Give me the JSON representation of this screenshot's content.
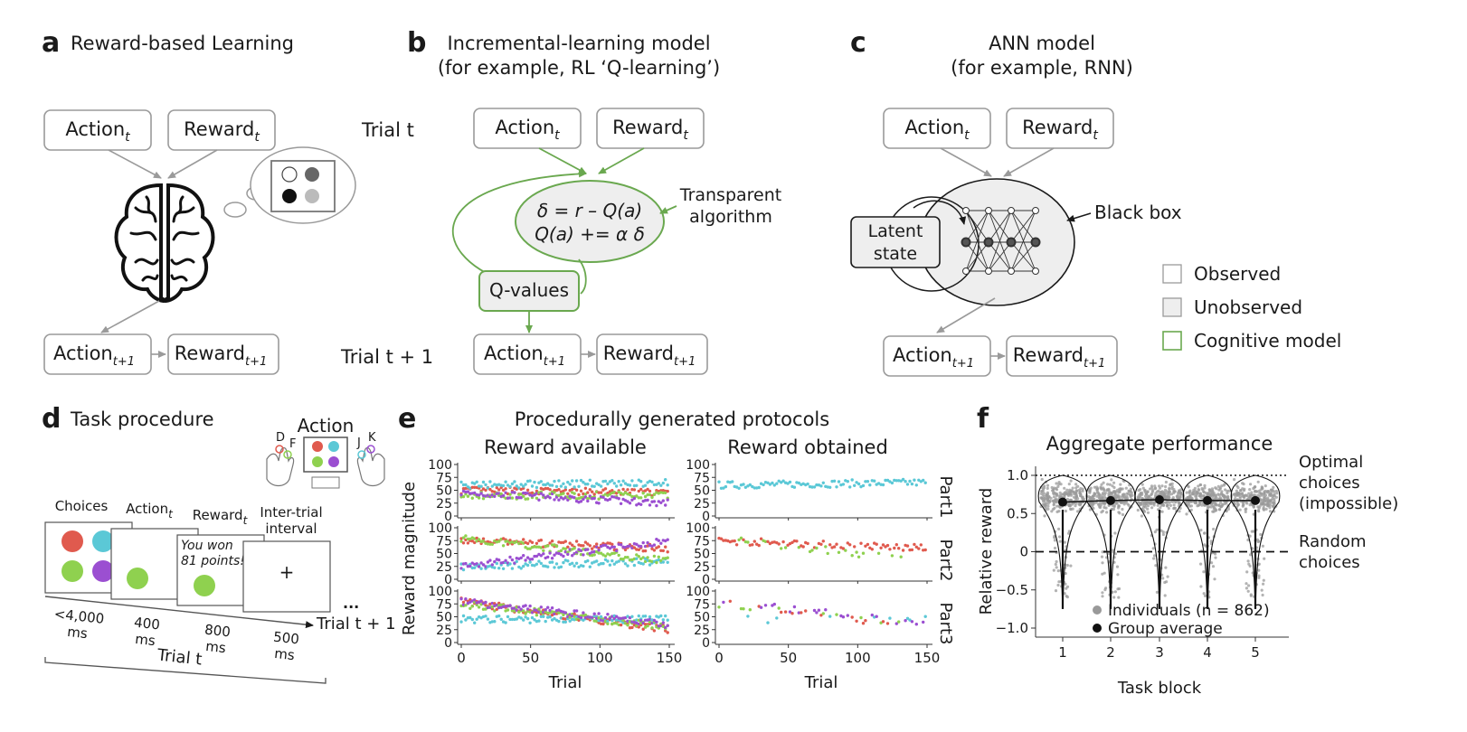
{
  "panel_a": {
    "label": "a",
    "title": "Reward-based Learning",
    "action_t": "Action",
    "reward_t": "Reward",
    "sub_t": "t",
    "trial_t": "Trial t",
    "action_t1": "Action",
    "reward_t1": "Reward",
    "sub_t1": "t+1",
    "trial_t1": "Trial t + 1"
  },
  "panel_b": {
    "label": "b",
    "title_line1": "Incremental-learning model",
    "title_line2": "(for example, RL ‘Q-learning’)",
    "eq1": "δ = r – Q(a)",
    "eq2": "Q(a) += α δ",
    "note_line1": "Transparent",
    "note_line2": "algorithm",
    "qvalues": "Q-values"
  },
  "panel_c": {
    "label": "c",
    "title_line1": "ANN model",
    "title_line2": "(for example, RNN)",
    "latent_line1": "Latent",
    "latent_line2": "state",
    "blackbox": "Black box"
  },
  "legend": {
    "observed": "Observed",
    "unobserved": "Unobserved",
    "cognitive": "Cognitive model",
    "colors": {
      "observed": "#ffffff",
      "unobserved": "#eeeeee",
      "cognitive": "#6aa84f"
    }
  },
  "panel_d": {
    "label": "d",
    "title": "Task procedure",
    "action": "Action",
    "keys": [
      "D",
      "F",
      "J",
      "K"
    ],
    "choices": "Choices",
    "action_t": "Action",
    "reward_t": "Reward",
    "sub_t": "t",
    "iti_line1": "Inter-trial",
    "iti_line2": "interval",
    "won_line1": "You won",
    "won_line2": "81 points!",
    "plus": "+",
    "ellipsis": "...",
    "trial_next": "Trial t + 1",
    "durations": [
      {
        "value": "<4,000",
        "unit": "ms"
      },
      {
        "value": "400",
        "unit": "ms"
      },
      {
        "value": "800",
        "unit": "ms"
      },
      {
        "value": "500",
        "unit": "ms"
      }
    ],
    "trial": "Trial t",
    "colors": {
      "red": "#e05a4e",
      "cyan": "#5bc8d6",
      "green": "#8fd14f",
      "purple": "#9b4fd1"
    }
  },
  "panel_e": {
    "label": "e",
    "title": "Procedurally generated protocols",
    "col1": "Reward available",
    "col2": "Reward obtained",
    "ylabel": "Reward magnitude",
    "xlabel": "Trial",
    "parts": [
      "Part1",
      "Part2",
      "Part3"
    ],
    "yticks": [
      "0",
      "25",
      "50",
      "75",
      "100"
    ],
    "xticks": [
      "0",
      "50",
      "100",
      "150"
    ]
  },
  "panel_f": {
    "label": "f",
    "title": "Aggregate performance",
    "ylabel": "Relative reward",
    "xlabel": "Task block",
    "optimal_line1": "Optimal",
    "optimal_line2": "choices",
    "optimal_line3": "(impossible)",
    "random_line1": "Random",
    "random_line2": "choices",
    "legend_individuals": "Individuals (n = 862)",
    "legend_group": "Group average"
  },
  "chart_data": [
    {
      "type": "scatter",
      "xlabel": "Trial",
      "ylabel": "Reward magnitude",
      "xlim": [
        0,
        150
      ],
      "ylim": [
        0,
        100
      ],
      "rows": [
        "Part1",
        "Part2",
        "Part3"
      ],
      "columns": [
        "Reward available",
        "Reward obtained"
      ],
      "series_colors": [
        "#e05a4e",
        "#5bc8d6",
        "#8fd14f",
        "#9b4fd1"
      ],
      "series_trends": {
        "Part1": [
          [
            50,
            45
          ],
          [
            60,
            65
          ],
          [
            40,
            40
          ],
          [
            45,
            25
          ]
        ],
        "Part2": [
          [
            75,
            60
          ],
          [
            25,
            35
          ],
          [
            80,
            35
          ],
          [
            25,
            75
          ]
        ],
        "Part3": [
          [
            80,
            25
          ],
          [
            45,
            45
          ],
          [
            75,
            30
          ],
          [
            80,
            35
          ]
        ]
      }
    },
    {
      "type": "scatter",
      "title": "Aggregate performance",
      "xlabel": "Task block",
      "ylabel": "Relative reward",
      "categories": [
        "1",
        "2",
        "3",
        "4",
        "5"
      ],
      "group_average": [
        0.65,
        0.67,
        0.68,
        0.67,
        0.67
      ],
      "ylim": [
        -1.0,
        1.0
      ],
      "yticks": [
        "1.0",
        "0.5",
        "0",
        "−0.5",
        "−1.0"
      ],
      "reference_lines": [
        {
          "y": 1.0,
          "label": "Optimal choices (impossible)"
        },
        {
          "y": 0,
          "label": "Random choices"
        }
      ]
    }
  ]
}
